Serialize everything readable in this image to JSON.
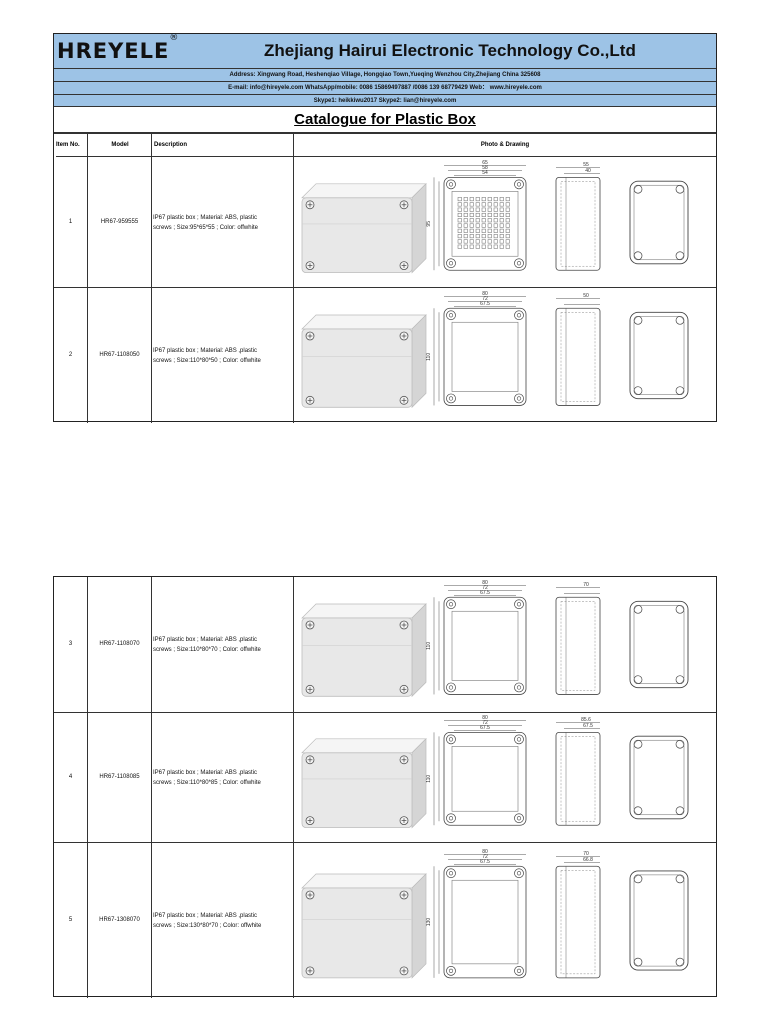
{
  "header": {
    "logo": "HREYELE",
    "logo_mark": "®",
    "company": "Zhejiang Hairui Electronic Technology Co.,Ltd",
    "address": "Address: Xingwang Road, Heshenqiao Village, Hongqiao Town,Yueqing Wenzhou City,Zhejiang China 325608",
    "contact": "E-mail: info@hireyele.com   WhatsApp/mobile: 0086 15869497887 /0086 139 68779429    Web： www.hireyele.com",
    "skype": "Skype1: heikkiwu2017  Skype2: lian@hireyele.com",
    "title": "Catalogue for Plastic Box"
  },
  "columns": {
    "item_no": "Item No.",
    "model": "Model",
    "description": "Description",
    "photo": "Photo & Drawing"
  },
  "rows": [
    {
      "item": "1",
      "model": "HR67-959555",
      "desc1": "IP67 plastic box ; Material: ABS, plastic",
      "desc2": "screws ; Size:95*65*55 ; Color: offwhite",
      "dims": {
        "w": "65",
        "w2": "58",
        "w3": "54",
        "h": "95",
        "side": "55",
        "side2": "40"
      }
    },
    {
      "item": "2",
      "model": "HR67-1108050",
      "desc1": "IP67 plastic box ; Material: ABS ,plastic",
      "desc2": "screws ; Size:110*80*50 ; Color: offwhite",
      "dims": {
        "w": "80",
        "w2": "72",
        "w3": "67.5",
        "h": "110",
        "side": "50",
        "side2": ""
      }
    },
    {
      "item": "3",
      "model": "HR67-1108070",
      "desc1": "IP67 plastic box ; Material: ABS ,plastic",
      "desc2": "screws ; Size:110*80*70 ; Color: offwhite",
      "dims": {
        "w": "80",
        "w2": "72",
        "w3": "67.5",
        "h": "110",
        "side": "70",
        "side2": ""
      }
    },
    {
      "item": "4",
      "model": "HR67-1108085",
      "desc1": "IP67 plastic box ; Material: ABS ,plastic",
      "desc2": "screws ; Size:110*80*85 ; Color: offwhite",
      "dims": {
        "w": "80",
        "w2": "72",
        "w3": "67.5",
        "h": "110",
        "side": "85.6",
        "side2": "67.5"
      }
    },
    {
      "item": "5",
      "model": "HR67-1308070",
      "desc1": "IP67 plastic box ; Material: ABS ,plastic",
      "desc2": "screws ; Size:130*80*70 ; Color: offwhite",
      "dims": {
        "w": "80",
        "w2": "72",
        "w3": "67.5",
        "h": "130",
        "side": "70",
        "side2": "66.8"
      }
    }
  ],
  "colors": {
    "header_band": "#9dc3e6",
    "box_fill": "#e6e6e6",
    "line": "#333333"
  }
}
